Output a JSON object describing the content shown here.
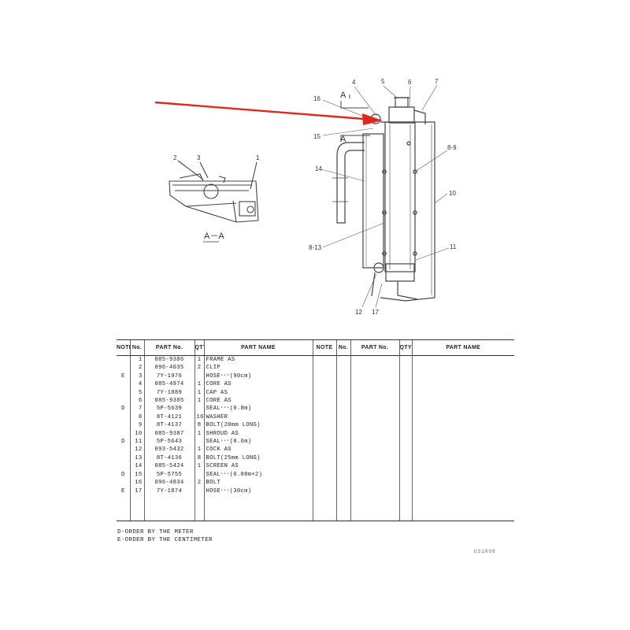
{
  "diagram": {
    "section_label": "A－A",
    "section_marker": "A",
    "callouts": {
      "main": [
        "4",
        "5",
        "6",
        "7",
        "16",
        "15",
        "8-9",
        "14",
        "10",
        "8-13",
        "11",
        "12",
        "17"
      ],
      "section": [
        "2",
        "3",
        "1"
      ]
    },
    "arrow_color": "#e0281e"
  },
  "table": {
    "headers": {
      "note": "NOTE",
      "no": "No.",
      "part_no": "PART No.",
      "qty": "QTY",
      "part_name": "PART NAME"
    },
    "rows": [
      {
        "note": "",
        "no": "1",
        "part_no": "085-9386",
        "qty": "1",
        "name": "FRAME AS"
      },
      {
        "note": "",
        "no": "2",
        "part_no": "096-4035",
        "qty": "2",
        "name": "CLIP"
      },
      {
        "note": "E",
        "no": "3",
        "part_no": "7Y-1976",
        "qty": "",
        "name": "HOSE･･･(90cm)"
      },
      {
        "note": "",
        "no": "4",
        "part_no": "085-4974",
        "qty": "1",
        "name": "CORE AS"
      },
      {
        "note": "",
        "no": "5",
        "part_no": "7Y-1889",
        "qty": "1",
        "name": "CAP AS"
      },
      {
        "note": "",
        "no": "6",
        "part_no": "085-9385",
        "qty": "1",
        "name": "CORE AS"
      },
      {
        "note": "D",
        "no": "7",
        "part_no": "5P-5639",
        "qty": "",
        "name": "SEAL･･･(0.8m)"
      },
      {
        "note": "",
        "no": "8",
        "part_no": "8T-4121",
        "qty": "16",
        "name": "WASHER"
      },
      {
        "note": "",
        "no": "9",
        "part_no": "8T-4137",
        "qty": "8",
        "name": "BOLT(20mm LONG)"
      },
      {
        "note": "",
        "no": "10",
        "part_no": "085-9387",
        "qty": "1",
        "name": "SHROUD AS"
      },
      {
        "note": "D",
        "no": "11",
        "part_no": "5P-5643",
        "qty": "",
        "name": "SEAL･･･(0.6m)"
      },
      {
        "note": "",
        "no": "12",
        "part_no": "093-5432",
        "qty": "1",
        "name": "COCK AS"
      },
      {
        "note": "",
        "no": "13",
        "part_no": "8T-4136",
        "qty": "8",
        "name": "BOLT(25mm LONG)"
      },
      {
        "note": "",
        "no": "14",
        "part_no": "085-5424",
        "qty": "1",
        "name": "SCREEN AS"
      },
      {
        "note": "D",
        "no": "15",
        "part_no": "5P-5755",
        "qty": "",
        "name": "SEAL･･･(0.08m×2)"
      },
      {
        "note": "",
        "no": "16",
        "part_no": "096-4834",
        "qty": "2",
        "name": "BOLT"
      },
      {
        "note": "E",
        "no": "17",
        "part_no": "7Y-1874",
        "qty": "",
        "name": "HOSE･･･(30cm)"
      }
    ]
  },
  "footnotes": {
    "d": "D-ORDER BY THE METER",
    "e": "E-ORDER BY THE CENTIMETER"
  },
  "page_code": "U31898"
}
